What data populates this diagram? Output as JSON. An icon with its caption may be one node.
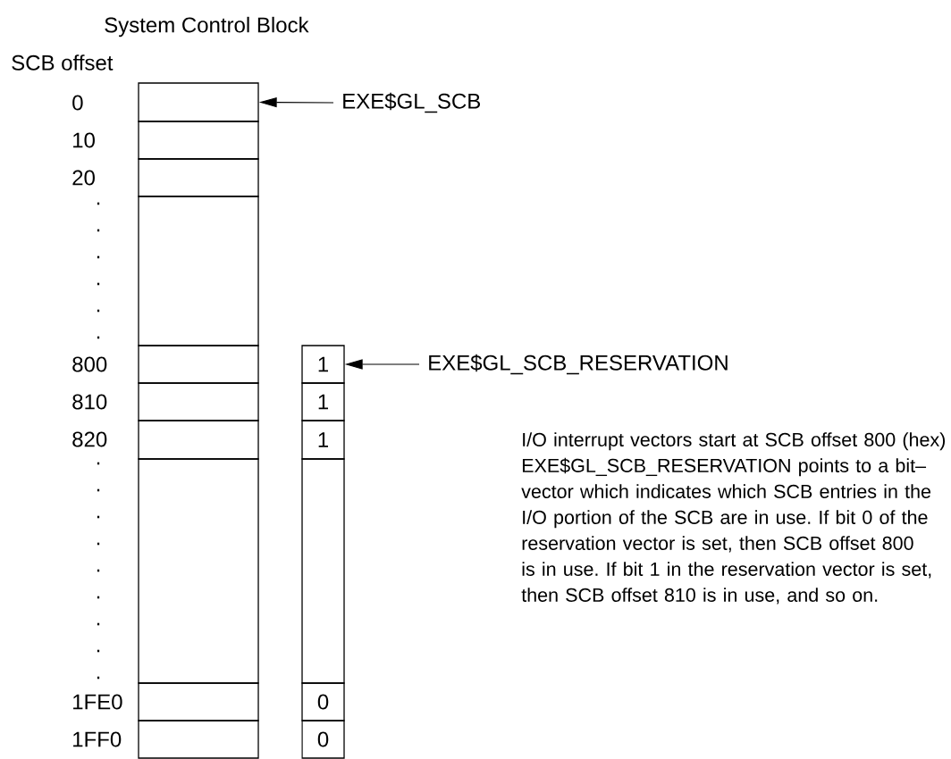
{
  "diagram": {
    "title": "System Control Block",
    "nodes": [
      {
        "text": [],
        "shape": "box"
      },
      {
        "text": [],
        "shape": "box"
      },
      {
        "text": [],
        "shape": "box"
      },
      {
        "text": [],
        "shape": "box"
      },
      {
        "text": [],
        "shape": "box"
      },
      {
        "text": [],
        "shape": "box"
      },
      {
        "text": [],
        "shape": "box"
      },
      {
        "text": [],
        "shape": "box"
      },
      {
        "text": [],
        "shape": "box"
      },
      {
        "text": [],
        "shape": "box"
      },
      {
        "text": [
          "1"
        ]
      },
      {
        "text": [
          "1"
        ]
      },
      {
        "text": [
          "1"
        ]
      },
      {
        "text": [],
        "shape": "box"
      },
      {
        "text": [
          "0"
        ]
      },
      {
        "text": [
          "0"
        ]
      },
      {
        "text": [
          "EXE$GL_SCB"
        ]
      },
      {
        "text": [
          "EXE$GL_SCB_RESERVATION"
        ]
      }
    ],
    "edges": [
      {
        "from": 16,
        "to": 0,
        "arrow": "to"
      },
      {
        "from": 17,
        "to": 10,
        "arrow": "to"
      }
    ],
    "labels": [
      "SCB offset",
      "0",
      "10",
      "20",
      ".",
      ".",
      ".",
      ".",
      ".",
      ".",
      "800",
      "810",
      "820",
      ".",
      ".",
      ".",
      ".",
      ".",
      ".",
      ".",
      ".",
      ".",
      "1FE0",
      "1FF0",
      "I/O interrupt vectors start at SCB offset 800 (hex) EXE$GL_SCB_RESERVATION points to a bit– vector which indicates which SCB entries in the I/O portion of the SCB are in use. If bit 0 of the reservation vector is set, then SCB offset 800 is in use. If bit 1 in the reservation vector is set, then SCB offset 810 is in use, and so on."
    ]
  }
}
